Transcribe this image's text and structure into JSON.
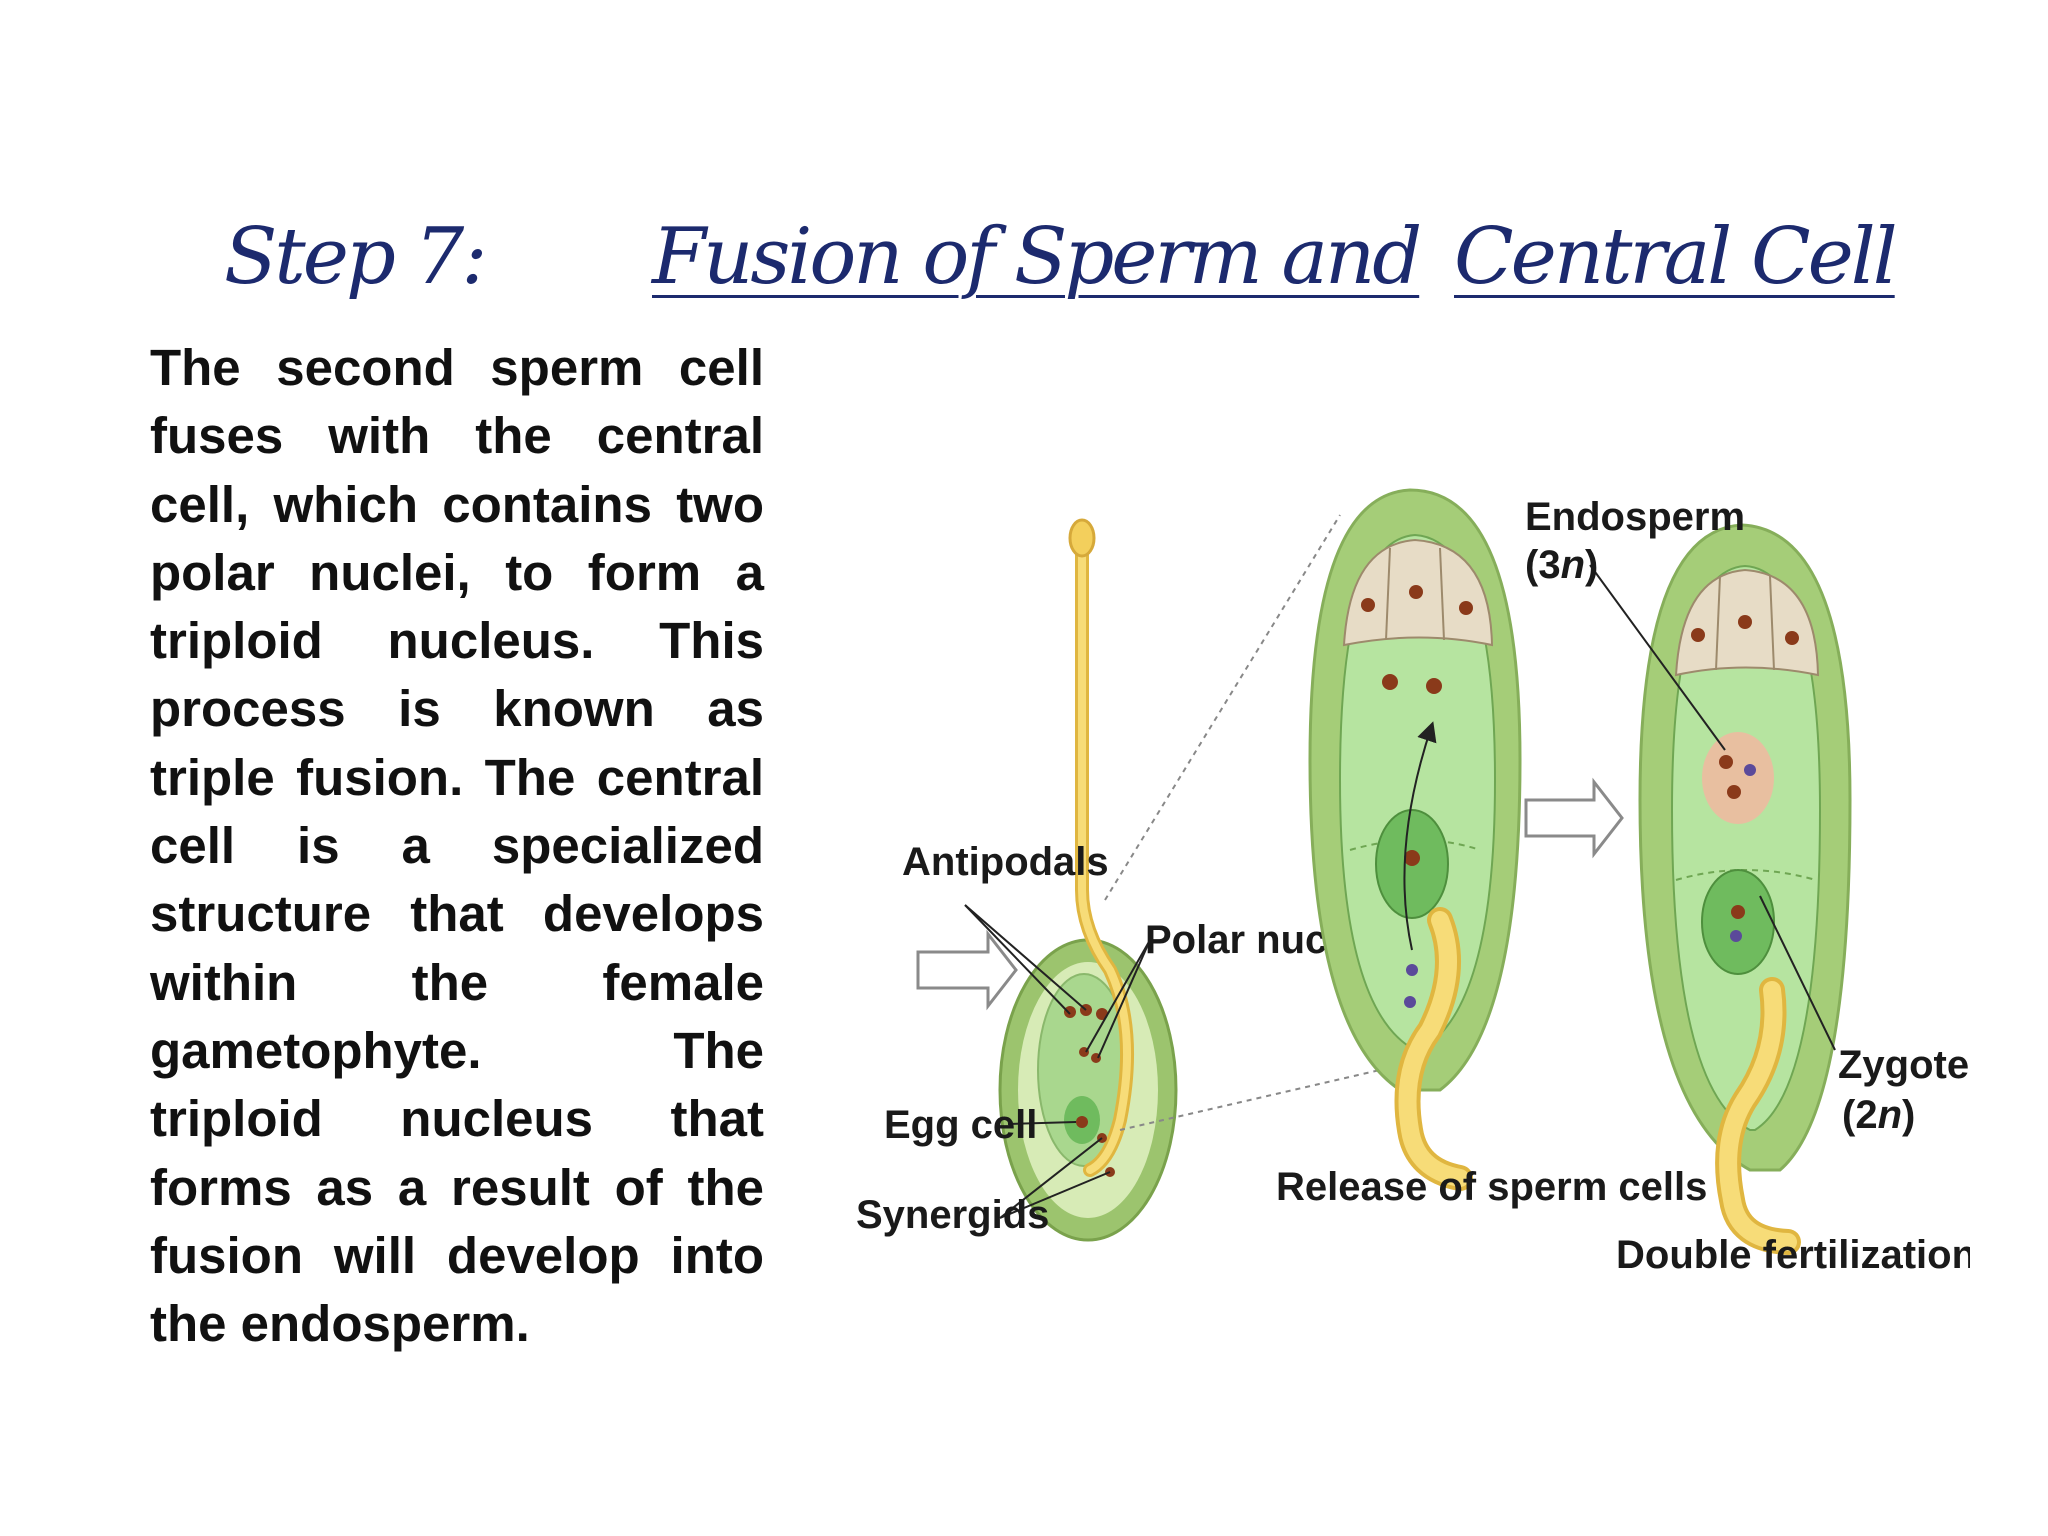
{
  "title": {
    "step": "Step 7:",
    "part1": "Fusion of Sperm and ",
    "part2": "Central Cell"
  },
  "body": {
    "paragraph": "The second sperm cell fuses with the central cell, which contains two polar nuclei, to form a triploid nucleus. This process is known as triple fusion. The central cell is a specialized structure that develops within the female gametophyte. The triploid nucleus that forms as a result of the fusion will develop into the endosperm."
  },
  "figure": {
    "labels": {
      "antipodals": "Antipodals",
      "polar_nuclei": "Polar nuclei",
      "egg_cell": "Egg cell",
      "synergids": "Synergids",
      "endosperm": "Endosperm",
      "endosperm_ploidy_open": "(3",
      "endosperm_ploidy_n": "n",
      "endosperm_ploidy_close": ")",
      "zygote": "Zygote",
      "zygote_ploidy_open": "(2",
      "zygote_ploidy_n": "n",
      "zygote_ploidy_close": ")",
      "release": "Release of sperm cells",
      "double_fertilization": "Double fertilization"
    },
    "colors": {
      "ovule_outer": "#9cc46e",
      "ovule_inner": "#cfe6a8",
      "sac": "#aee09a",
      "nucleus": "#8a3a1a",
      "sperm": "#5b4a9a",
      "pollen_tube": "#f7dc78",
      "pollen_edge": "#e0b640",
      "endosperm_pink": "#e8bfa0"
    }
  }
}
